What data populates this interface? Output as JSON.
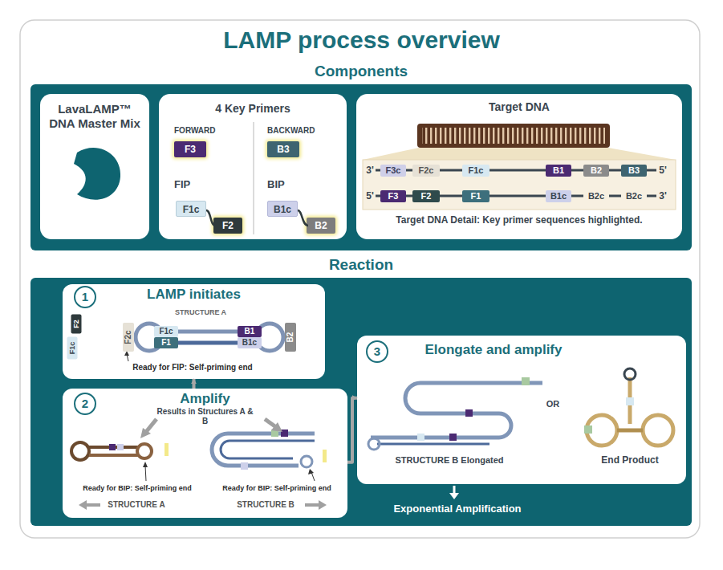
{
  "diagram": {
    "title": "LAMP process overview",
    "nodes": [
      {
        "text": [
          "Components"
        ]
      },
      {
        "text": [
          "LavaLAMP™ DNA Master Mix"
        ],
        "in": 0
      },
      {
        "text": [
          "4 Key Primers"
        ],
        "in": 0
      },
      {
        "text": [
          "F3"
        ],
        "in": 2
      },
      {
        "text": [
          "B3"
        ],
        "in": 2
      },
      {
        "text": [
          "F1c"
        ],
        "in": 2
      },
      {
        "text": [
          "F2"
        ],
        "in": 2
      },
      {
        "text": [
          "B1c"
        ],
        "in": 2
      },
      {
        "text": [
          "B2"
        ],
        "in": 2
      },
      {
        "text": [
          "Target DNA",
          "Target DNA Detail: Key primer sequences highlighted."
        ],
        "in": 0
      },
      {
        "text": [
          "Reaction"
        ]
      },
      {
        "text": [
          "LAMP initiates"
        ],
        "in": 10
      },
      {
        "text": [
          "1"
        ],
        "in": 11
      },
      {
        "text": [
          "Amplify",
          "Results in Structures A & B"
        ],
        "in": 10
      },
      {
        "text": [
          "2"
        ],
        "in": 13
      },
      {
        "text": [
          "Elongate and amplify"
        ],
        "in": 10
      },
      {
        "text": [
          "3"
        ],
        "in": 15
      }
    ],
    "edges": [
      {
        "from": 13,
        "to": 11,
        "arrow": "to"
      },
      {
        "from": 13,
        "to": 15,
        "arrow": "to"
      }
    ],
    "labels": [
      "FORWARD",
      "BACKWARD",
      "FIP",
      "BIP",
      "3'",
      "F3c",
      "F2c",
      "F1c",
      "B1",
      "B2",
      "B3",
      "5'",
      "5'",
      "F3",
      "F2",
      "F1",
      "B1c",
      "B2c",
      "B2c",
      "3'",
      "STRUCTURE A",
      "F2c",
      "F1c",
      "F1",
      "B1",
      "B1c",
      "B2",
      "F1c",
      "F2",
      "Ready for FIP: Self-priming end",
      "Ready for BIP: Self-priming end",
      "STRUCTURE A",
      "Ready for BIP: Self-priming end",
      "STRUCTURE B",
      "STRUCTURE B Elongated",
      "OR",
      "End Product",
      "Exponential Amplification"
    ]
  }
}
